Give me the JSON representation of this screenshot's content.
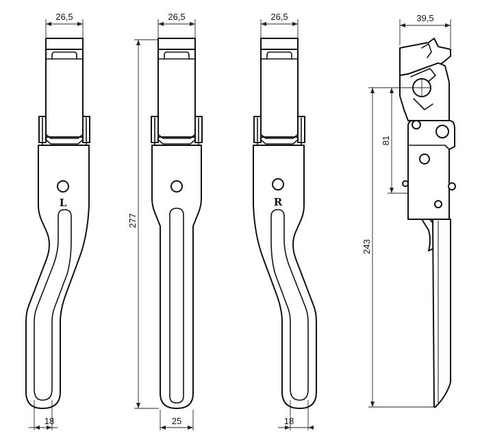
{
  "dimensions": {
    "left_top_width": "26,5",
    "middle_top_width": "26,5",
    "right_top_width": "26,5",
    "side_top_width": "39,5",
    "middle_total_height": "277",
    "side_height_81": "81",
    "side_height_243": "243",
    "left_bottom_width": "18",
    "middle_bottom_width": "25",
    "right_bottom_width": "18"
  },
  "markings": {
    "left_handle": "L",
    "right_handle": "R"
  }
}
